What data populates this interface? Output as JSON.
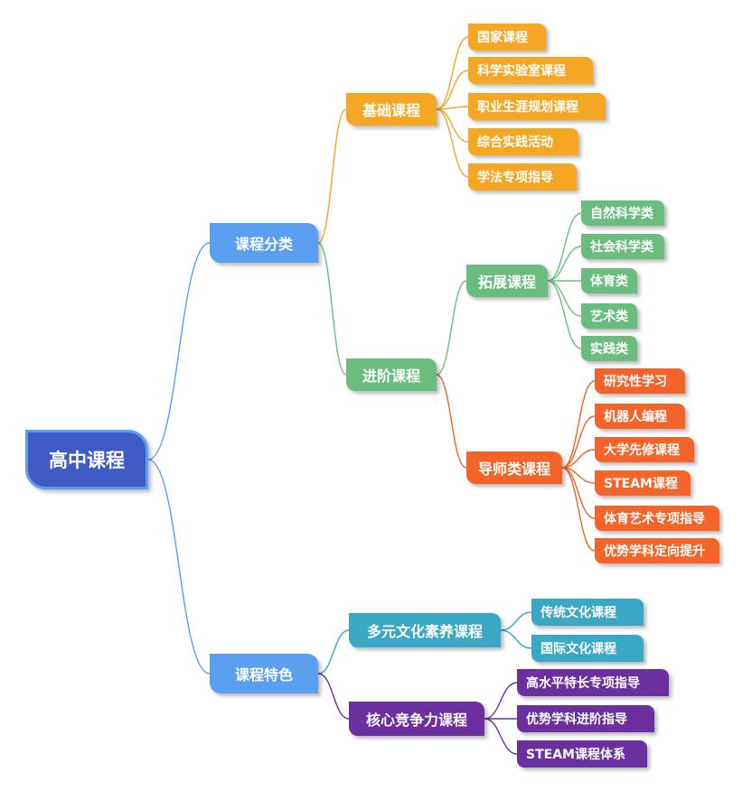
{
  "colors": {
    "root": "#3d5bc2",
    "level1": "#5b9ff0",
    "basic": "#f5a623",
    "extension": "#6bbd7f",
    "mentor": "#f2642a",
    "multicultural": "#3aa8c4",
    "core": "#6b2fa0"
  },
  "root": {
    "label": "高中课程"
  },
  "categories": {
    "label": "课程分类",
    "basic": {
      "label": "基础课程",
      "items": [
        "国家课程",
        "科学实验室课程",
        "职业生涯规划课程",
        "综合实践活动",
        "学法专项指导"
      ]
    },
    "advanced": {
      "label": "进阶课程",
      "extension": {
        "label": "拓展课程",
        "items": [
          "自然科学类",
          "社会科学类",
          "体育类",
          "艺术类",
          "实践类"
        ]
      },
      "mentor": {
        "label": "导师类课程",
        "items": [
          "研究性学习",
          "机器人编程",
          "大学先修课程",
          "STEAM课程",
          "体育艺术专项指导",
          "优势学科定向提升"
        ]
      }
    }
  },
  "features": {
    "label": "课程特色",
    "multicultural": {
      "label": "多元文化素养课程",
      "items": [
        "传统文化课程",
        "国际文化课程"
      ]
    },
    "core": {
      "label": "核心竞争力课程",
      "items": [
        "高水平特长专项指导",
        "优势学科进阶指导",
        "STEAM课程体系"
      ]
    }
  }
}
